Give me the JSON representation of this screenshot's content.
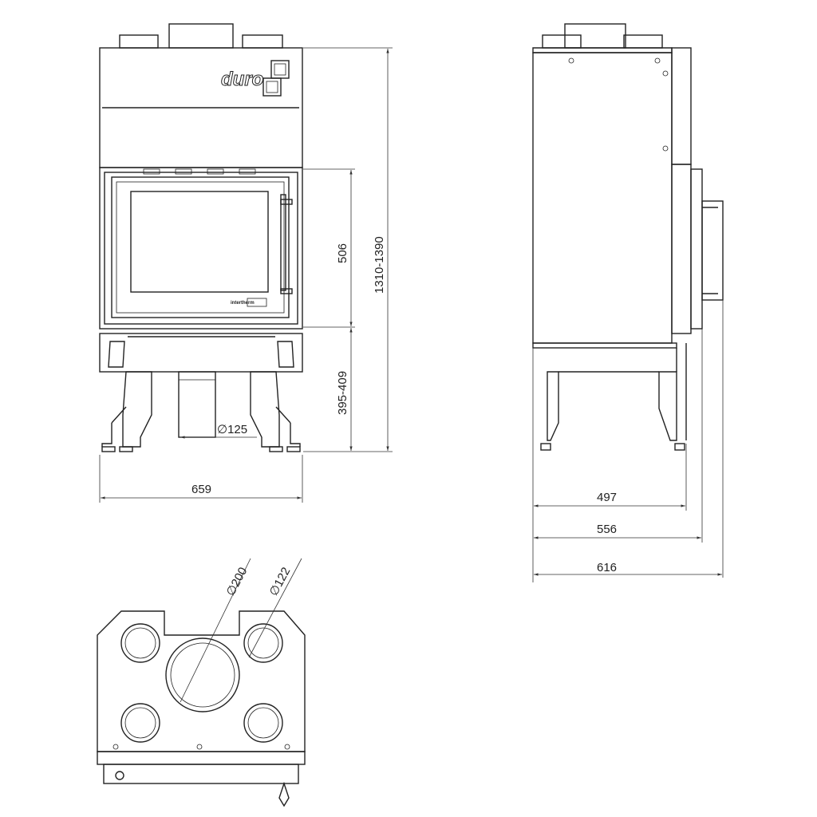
{
  "views": {
    "front": {
      "logo_text": "duro",
      "badge_text": "intertherm",
      "dims": {
        "width": "659",
        "door_height": "506",
        "total_height": "1310-1390",
        "leg_height": "395-409",
        "outlet_diameter": "125"
      }
    },
    "side": {
      "dims": {
        "depth_body": "497",
        "depth_middle": "556",
        "depth_total": "616"
      }
    },
    "top": {
      "dims": {
        "flue_diameter": "200",
        "duct_diameter": "122"
      }
    }
  },
  "symbols": {
    "diameter": "∅"
  }
}
